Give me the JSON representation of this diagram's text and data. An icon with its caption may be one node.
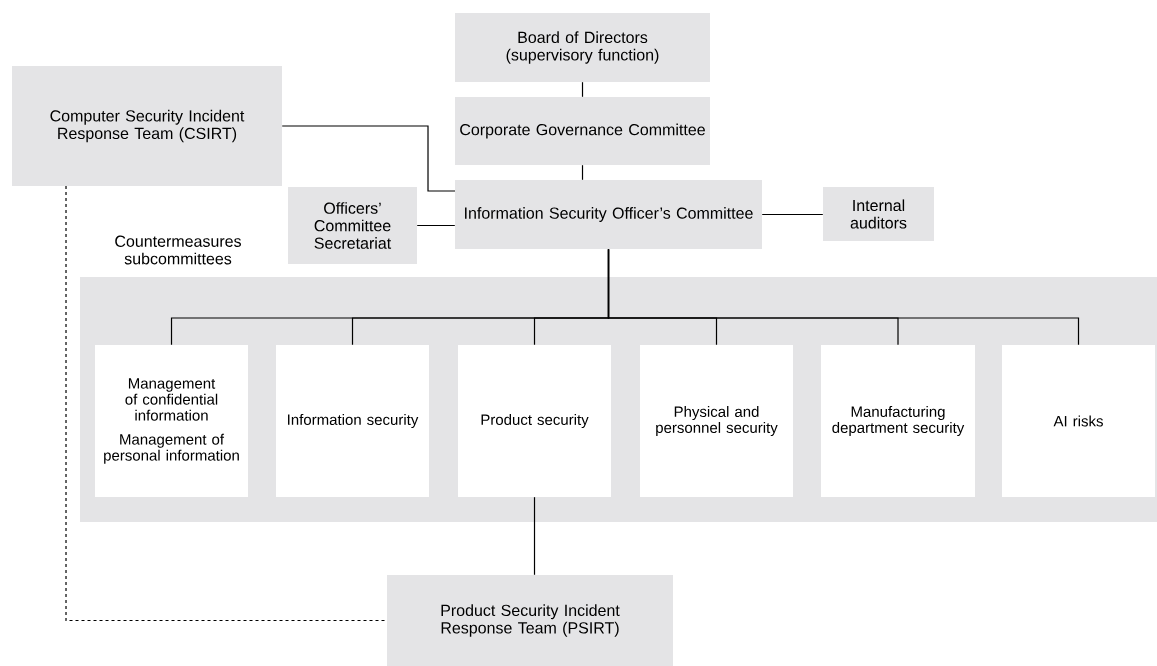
{
  "diagram": {
    "nodes": [
      {
        "text": [
          "Board of Directors (supervisory function)"
        ]
      },
      {
        "text": [
          "Corporate Governance Committee"
        ]
      },
      {
        "text": [
          "Computer Security Incident Response Team (CSIRT)"
        ]
      },
      {
        "text": [
          "Officers’ Committee Secretariat"
        ]
      },
      {
        "text": [
          "Information Security Officer’s Committee"
        ]
      },
      {
        "text": [
          "Internal auditors"
        ]
      },
      {
        "text": [
          "Countermeasures subcommittees"
        ]
      },
      {
        "text": [
          "Management of confidential information",
          "Management of personal information"
        ],
        "in": 6
      },
      {
        "text": [
          "Information security"
        ],
        "in": 6
      },
      {
        "text": [
          "Product security"
        ],
        "in": 6
      },
      {
        "text": [
          "Physical and personnel security"
        ],
        "in": 6
      },
      {
        "text": [
          "Manufacturing department security"
        ],
        "in": 6
      },
      {
        "text": [
          "AI risks"
        ],
        "in": 6
      },
      {
        "text": [
          "Product Security Incident Response Team (PSIRT)"
        ]
      }
    ],
    "edges": [
      {
        "from": 0,
        "to": 1,
        "arrow": "none"
      },
      {
        "from": 1,
        "to": 4,
        "arrow": "none"
      },
      {
        "from": 2,
        "to": 4,
        "arrow": "none"
      },
      {
        "from": 3,
        "to": 4,
        "arrow": "none"
      },
      {
        "from": 4,
        "to": 5,
        "arrow": "none"
      },
      {
        "from": 4,
        "to": 7,
        "arrow": "none"
      },
      {
        "from": 4,
        "to": 8,
        "arrow": "none"
      },
      {
        "from": 4,
        "to": 9,
        "arrow": "none"
      },
      {
        "from": 4,
        "to": 10,
        "arrow": "none"
      },
      {
        "from": 4,
        "to": 11,
        "arrow": "none"
      },
      {
        "from": 4,
        "to": 12,
        "arrow": "none"
      },
      {
        "from": 9,
        "to": 13,
        "arrow": "none"
      },
      {
        "from": 2,
        "to": 13,
        "arrow": "none",
        "style": "dashed"
      }
    ]
  }
}
